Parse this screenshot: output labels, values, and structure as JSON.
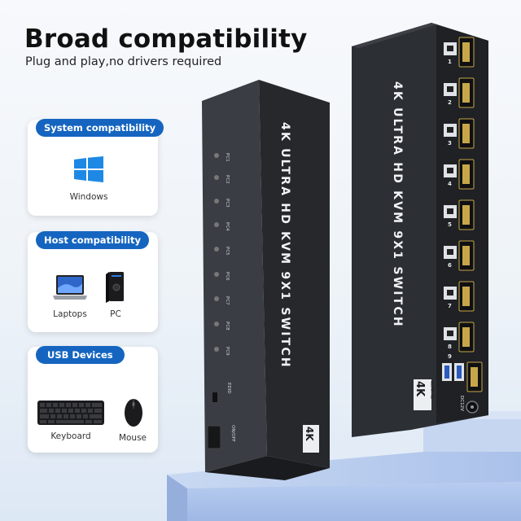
{
  "header": {
    "title": "Broad compatibility",
    "subtitle": "Plug and play,no drivers required"
  },
  "cards": {
    "system": {
      "label": "System compatibility",
      "items": [
        "Windows"
      ]
    },
    "host": {
      "label": "Host compatibility",
      "items": [
        "Laptops",
        "PC"
      ]
    },
    "usb": {
      "label": "USB Devices",
      "items": [
        "Keyboard",
        "Mouse"
      ]
    }
  },
  "device_front": {
    "title": "4K ULTRA HD KVM 9X1 SWITCH",
    "badge": "4K",
    "port_labels": [
      "PC1",
      "PC2",
      "PC3",
      "PC4",
      "PC5",
      "PC6",
      "PC7",
      "PC8",
      "PC9"
    ],
    "power_label": "ON/OFF",
    "mode_label": "EDID"
  },
  "device_back": {
    "title": "4K ULTRA HD KVM 9X1 SWITCH",
    "badge": "4K",
    "badge_sub": "ULTRA HD",
    "port_numbers": [
      "1",
      "2",
      "3",
      "4",
      "5",
      "6",
      "7",
      "8",
      "9"
    ],
    "dc_label": "DC12V"
  },
  "colors": {
    "pill": "#1565c0",
    "device": "#2b2e33",
    "stand": "#b8cdef",
    "windows": "#1e88e5"
  }
}
